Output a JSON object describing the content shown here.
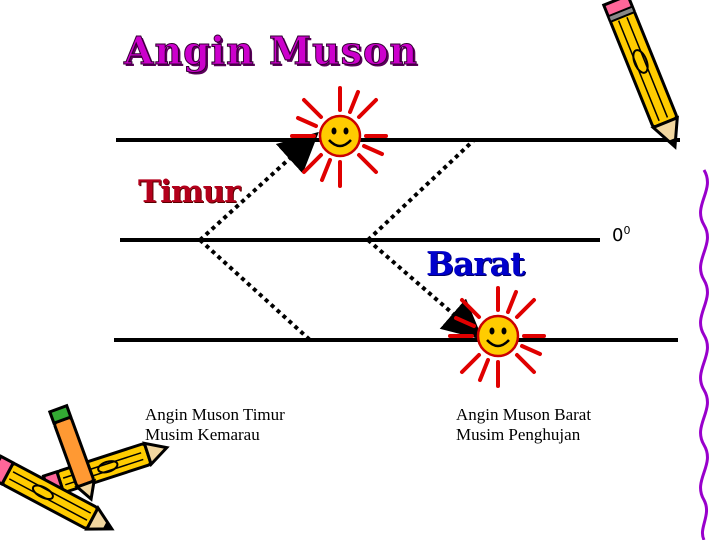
{
  "title": "Angin Muson",
  "labels": {
    "timur": "Timur",
    "barat": "Barat",
    "equator": "0",
    "equator_sup": "0"
  },
  "captions": {
    "left": {
      "line1": "Angin Muson Timur",
      "line2": "Musim Kemarau"
    },
    "right": {
      "line1": "Angin Muson Barat",
      "line2": "Musim Penghujan"
    }
  },
  "icons": {
    "sun": "sun-with-face-icon",
    "pencil": "pencil-icon"
  },
  "colors": {
    "title": "#cc00cc",
    "timur": "#b3001b",
    "barat": "#0000cc",
    "sun_rays": "#e00000",
    "sun_face": "#ffcc00"
  }
}
